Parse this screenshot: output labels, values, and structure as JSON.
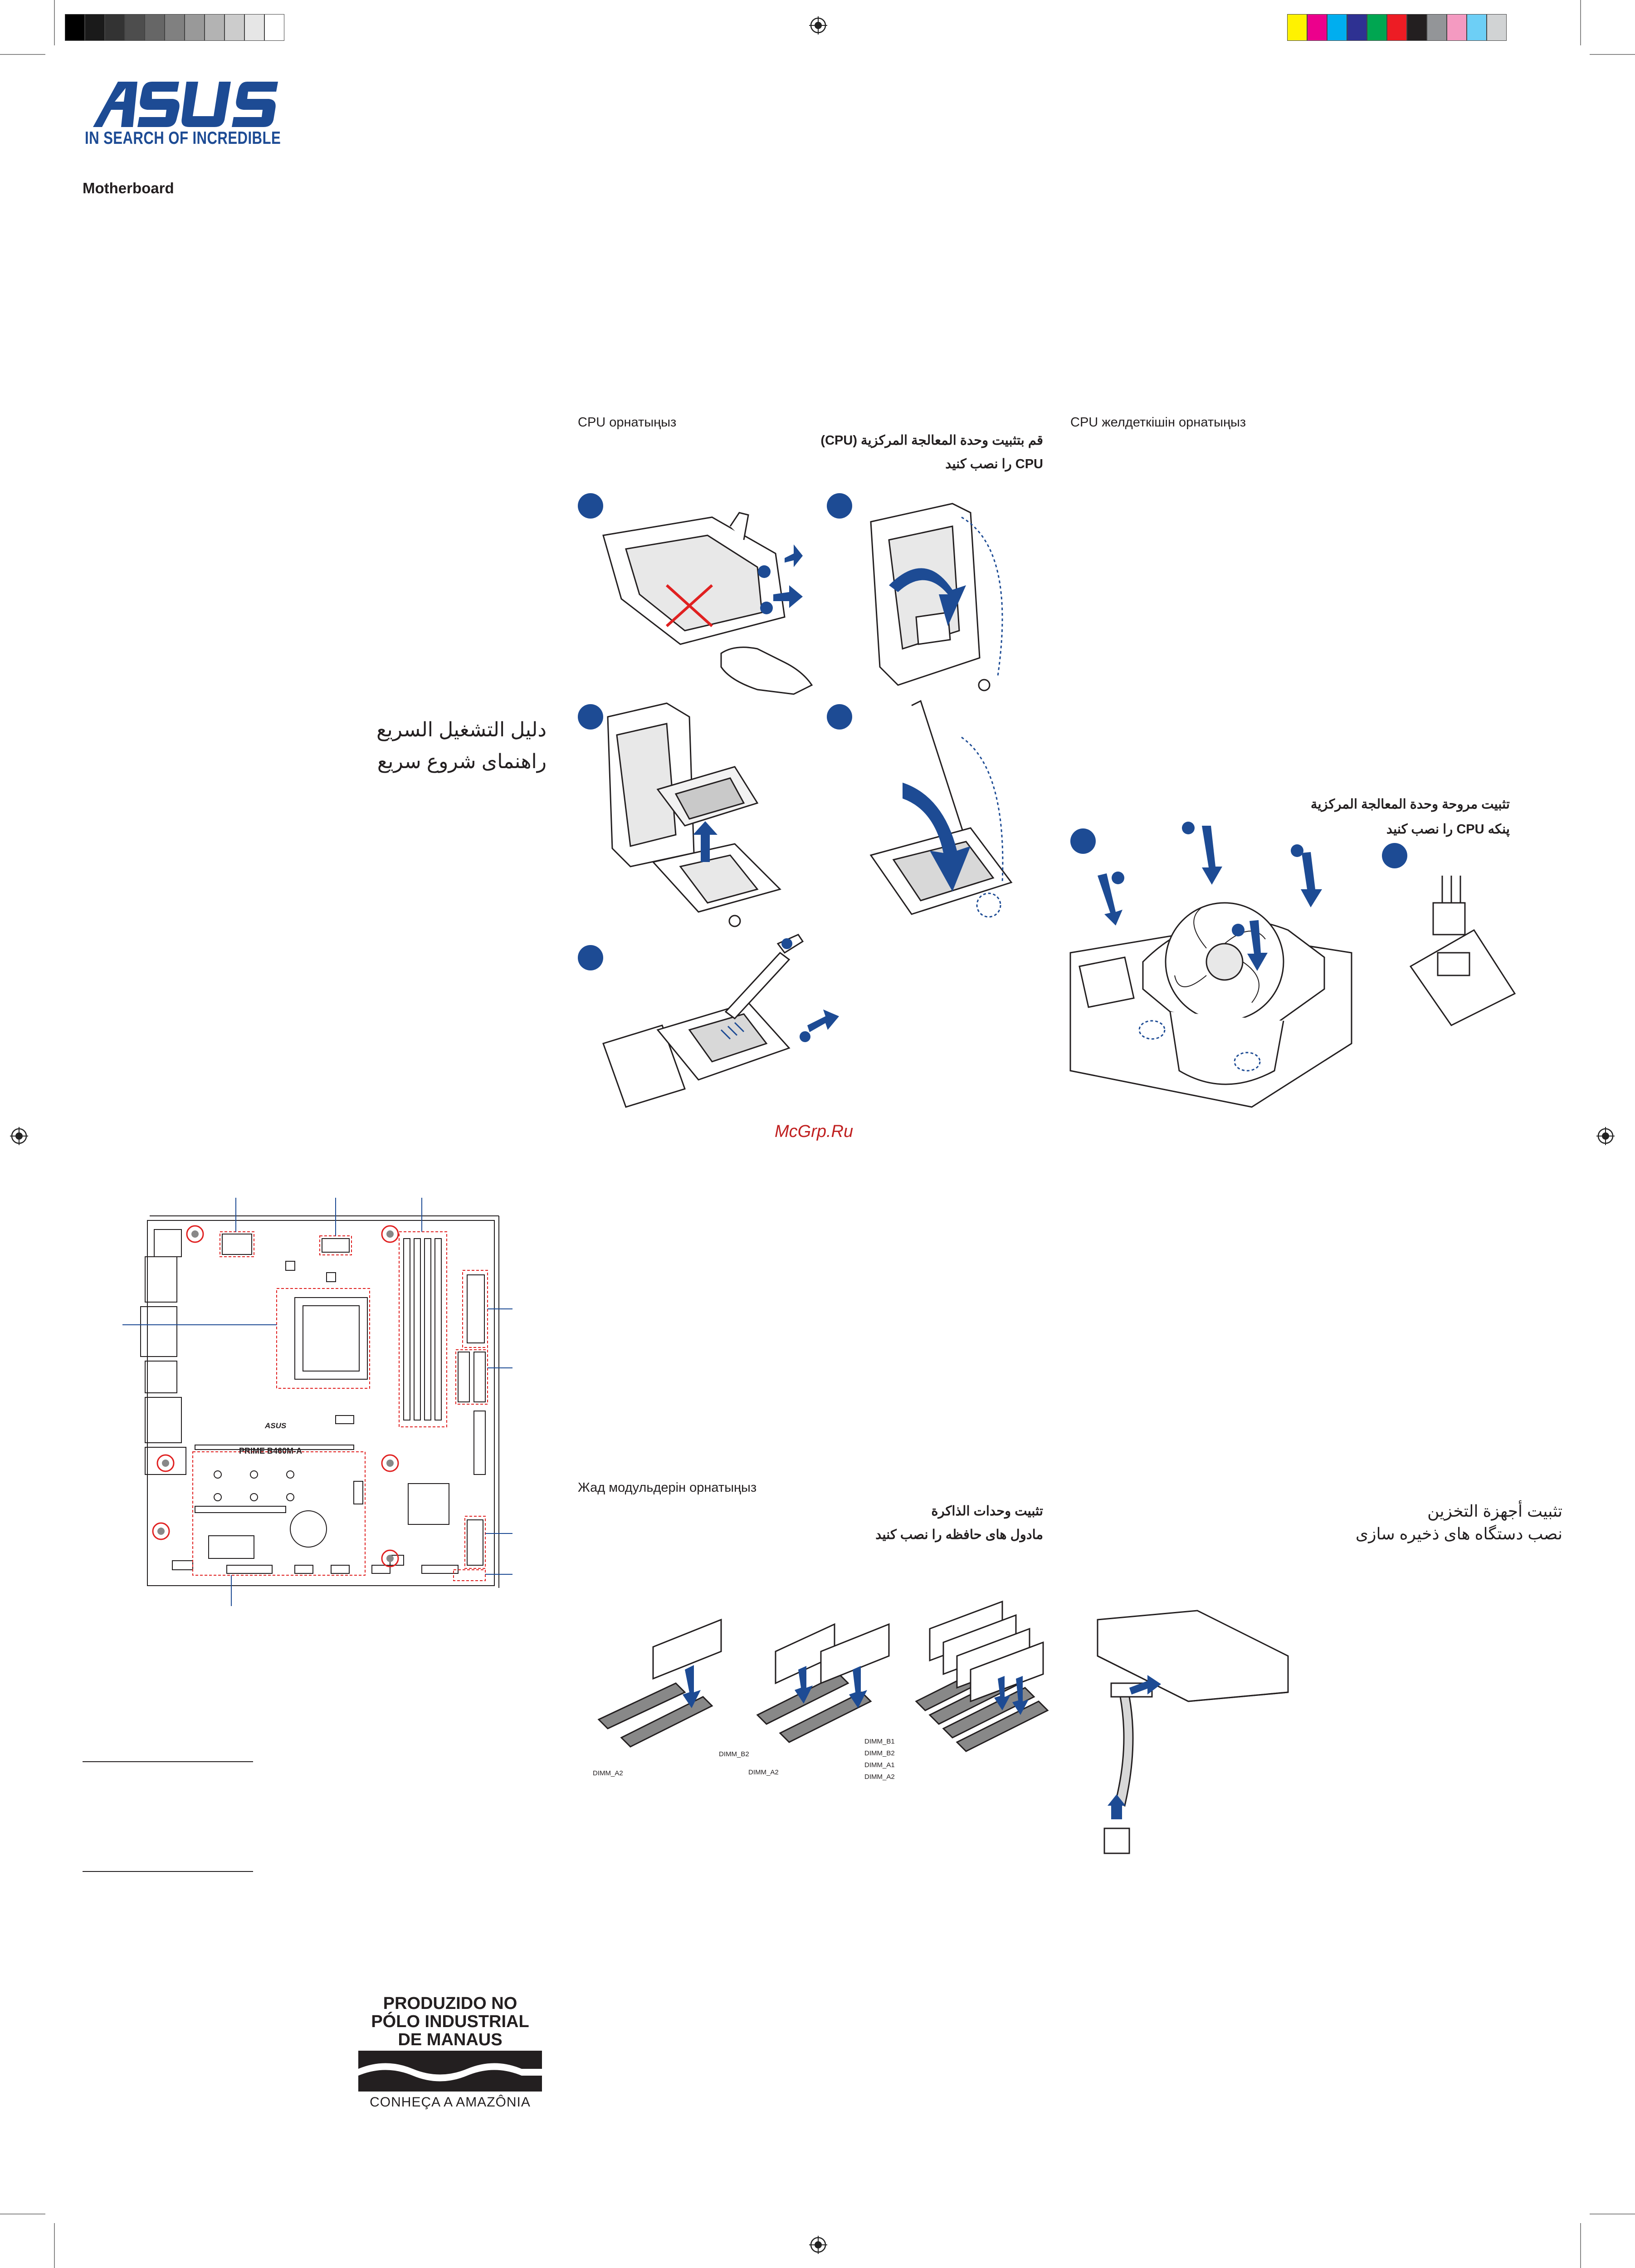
{
  "brand": {
    "tagline": "IN SEARCH OF INCREDIBLE",
    "product": "Motherboard",
    "color": "#1d4b94"
  },
  "print_marks": {
    "gray_swatches": [
      "#000000",
      "#1a1a1a",
      "#333333",
      "#4d4d4d",
      "#666666",
      "#808080",
      "#999999",
      "#b3b3b3",
      "#cccccc",
      "#e6e6e6",
      "#ffffff"
    ],
    "color_swatches": [
      "#fff200",
      "#ec008c",
      "#00aeef",
      "#2e3192",
      "#00a651",
      "#ed1c24",
      "#231f20",
      "#939598",
      "#f49ac1",
      "#6dcff6",
      "#d1d3d4"
    ]
  },
  "title": {
    "arabic": "دليل التشغيل السريع",
    "persian": "راهنمای شروع سریع"
  },
  "cpu_section": {
    "kazakh": "CPU орнатыңыз",
    "arabic": "قم بتثبيت وحدة المعالجة المركزية (CPU)",
    "persian": "CPU را نصب كنيد"
  },
  "cooler_section": {
    "kazakh": "CPU желдеткішін орнатыңыз",
    "arabic": "تثبيت مروحة وحدة المعالجة المركزية",
    "persian": "پنکه CPU را نصب كنيد"
  },
  "memory_section": {
    "kazakh": "Жад модульдерін орнатыңыз",
    "arabic": "تثبيت وحدات الذاكرة",
    "persian": "مادول های حافظه را نصب كنيد",
    "dimm_labels": {
      "single": "DIMM_A2",
      "dual_b2": "DIMM_B2",
      "dual_a2": "DIMM_A2",
      "quad": [
        "DIMM_B1",
        "DIMM_B2",
        "DIMM_A1",
        "DIMM_A2"
      ]
    }
  },
  "storage_section": {
    "arabic": "تثبيت أجهزة التخزين",
    "persian": "نصب دستگاه های ذخیره سازی"
  },
  "board": {
    "brand": "ASUS",
    "model": "PRIME B460M-A"
  },
  "watermark": "McGrp.Ru",
  "manaus_seal": {
    "line1": "PRODUZIDO NO",
    "line2": "PÓLO INDUSTRIAL",
    "line3": "DE MANAUS",
    "line4": "CONHEÇA A AMAZÔNIA"
  }
}
